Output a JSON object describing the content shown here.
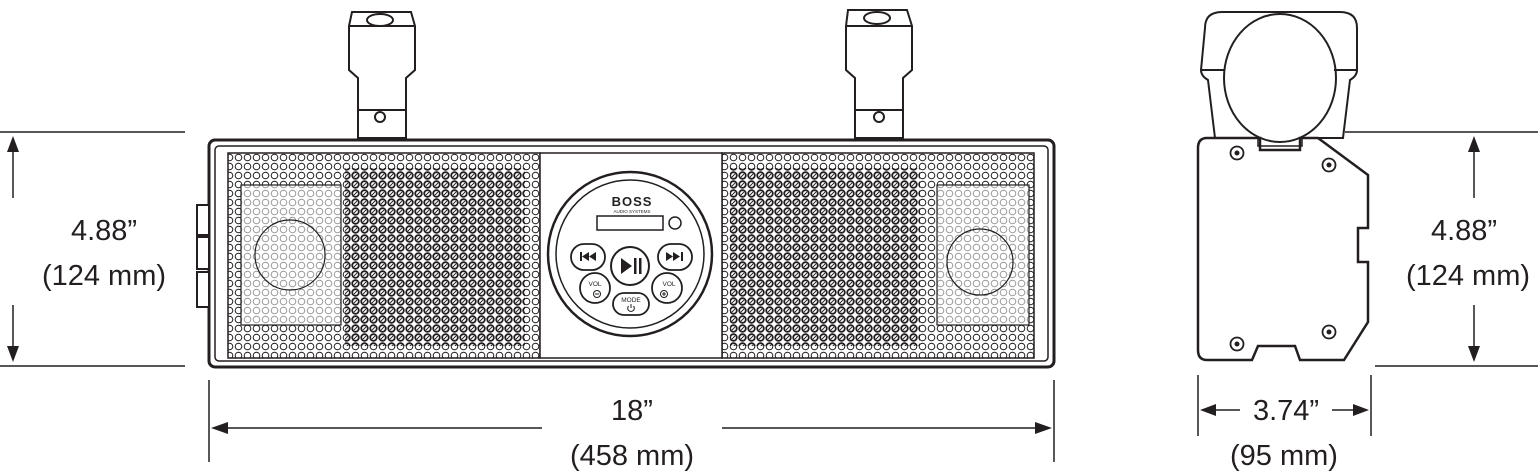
{
  "colors": {
    "ink": "#231f20",
    "paper": "#ffffff",
    "grille": "#231f20"
  },
  "dimensions": {
    "height_in": "4.88”",
    "height_mm": "(124 mm)",
    "width_in": "18”",
    "width_mm": "(458 mm)",
    "side_height_in": "4.88”",
    "side_height_mm": "(124 mm)",
    "depth_in": "3.74”",
    "depth_mm": "(95 mm)"
  },
  "control_panel": {
    "brand": "BOSS",
    "brand_sub": "AUDIO SYSTEMS",
    "vol_down_label": "VOL",
    "vol_up_label": "VOL",
    "mode_label": "MODE",
    "icons": [
      "prev-track-icon",
      "play-pause-icon",
      "next-track-icon",
      "minus-icon",
      "plus-icon",
      "power-icon"
    ]
  }
}
